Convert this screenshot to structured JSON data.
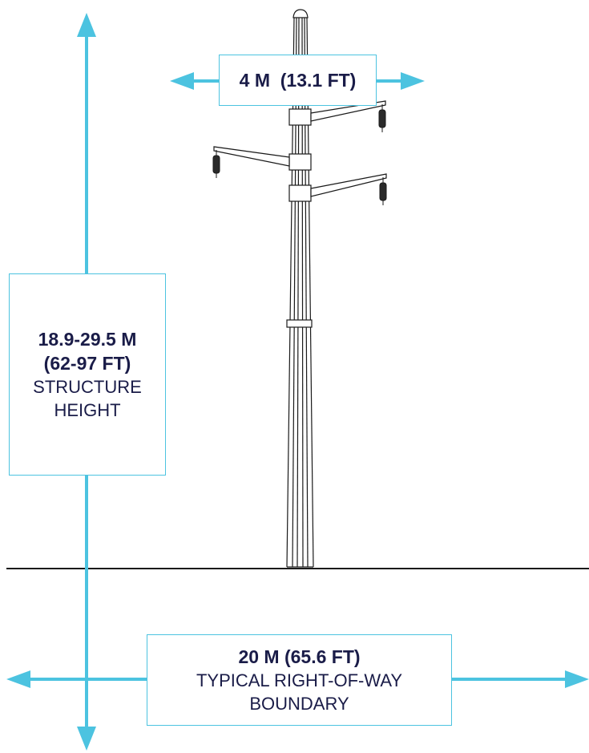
{
  "colors": {
    "accent": "#4cc3e0",
    "text": "#1a1c48",
    "line": "#1a1a1a"
  },
  "width_label": {
    "value": "4 M  (13.1 FT)"
  },
  "height_label": {
    "value_line1": "18.9-29.5 M",
    "value_line2": "(62-97 FT)",
    "caption_line1": "STRUCTURE",
    "caption_line2": "HEIGHT"
  },
  "row_label": {
    "value": "20 M (65.6 FT)",
    "caption_line1": "TYPICAL RIGHT-OF-WAY",
    "caption_line2": "BOUNDARY"
  }
}
